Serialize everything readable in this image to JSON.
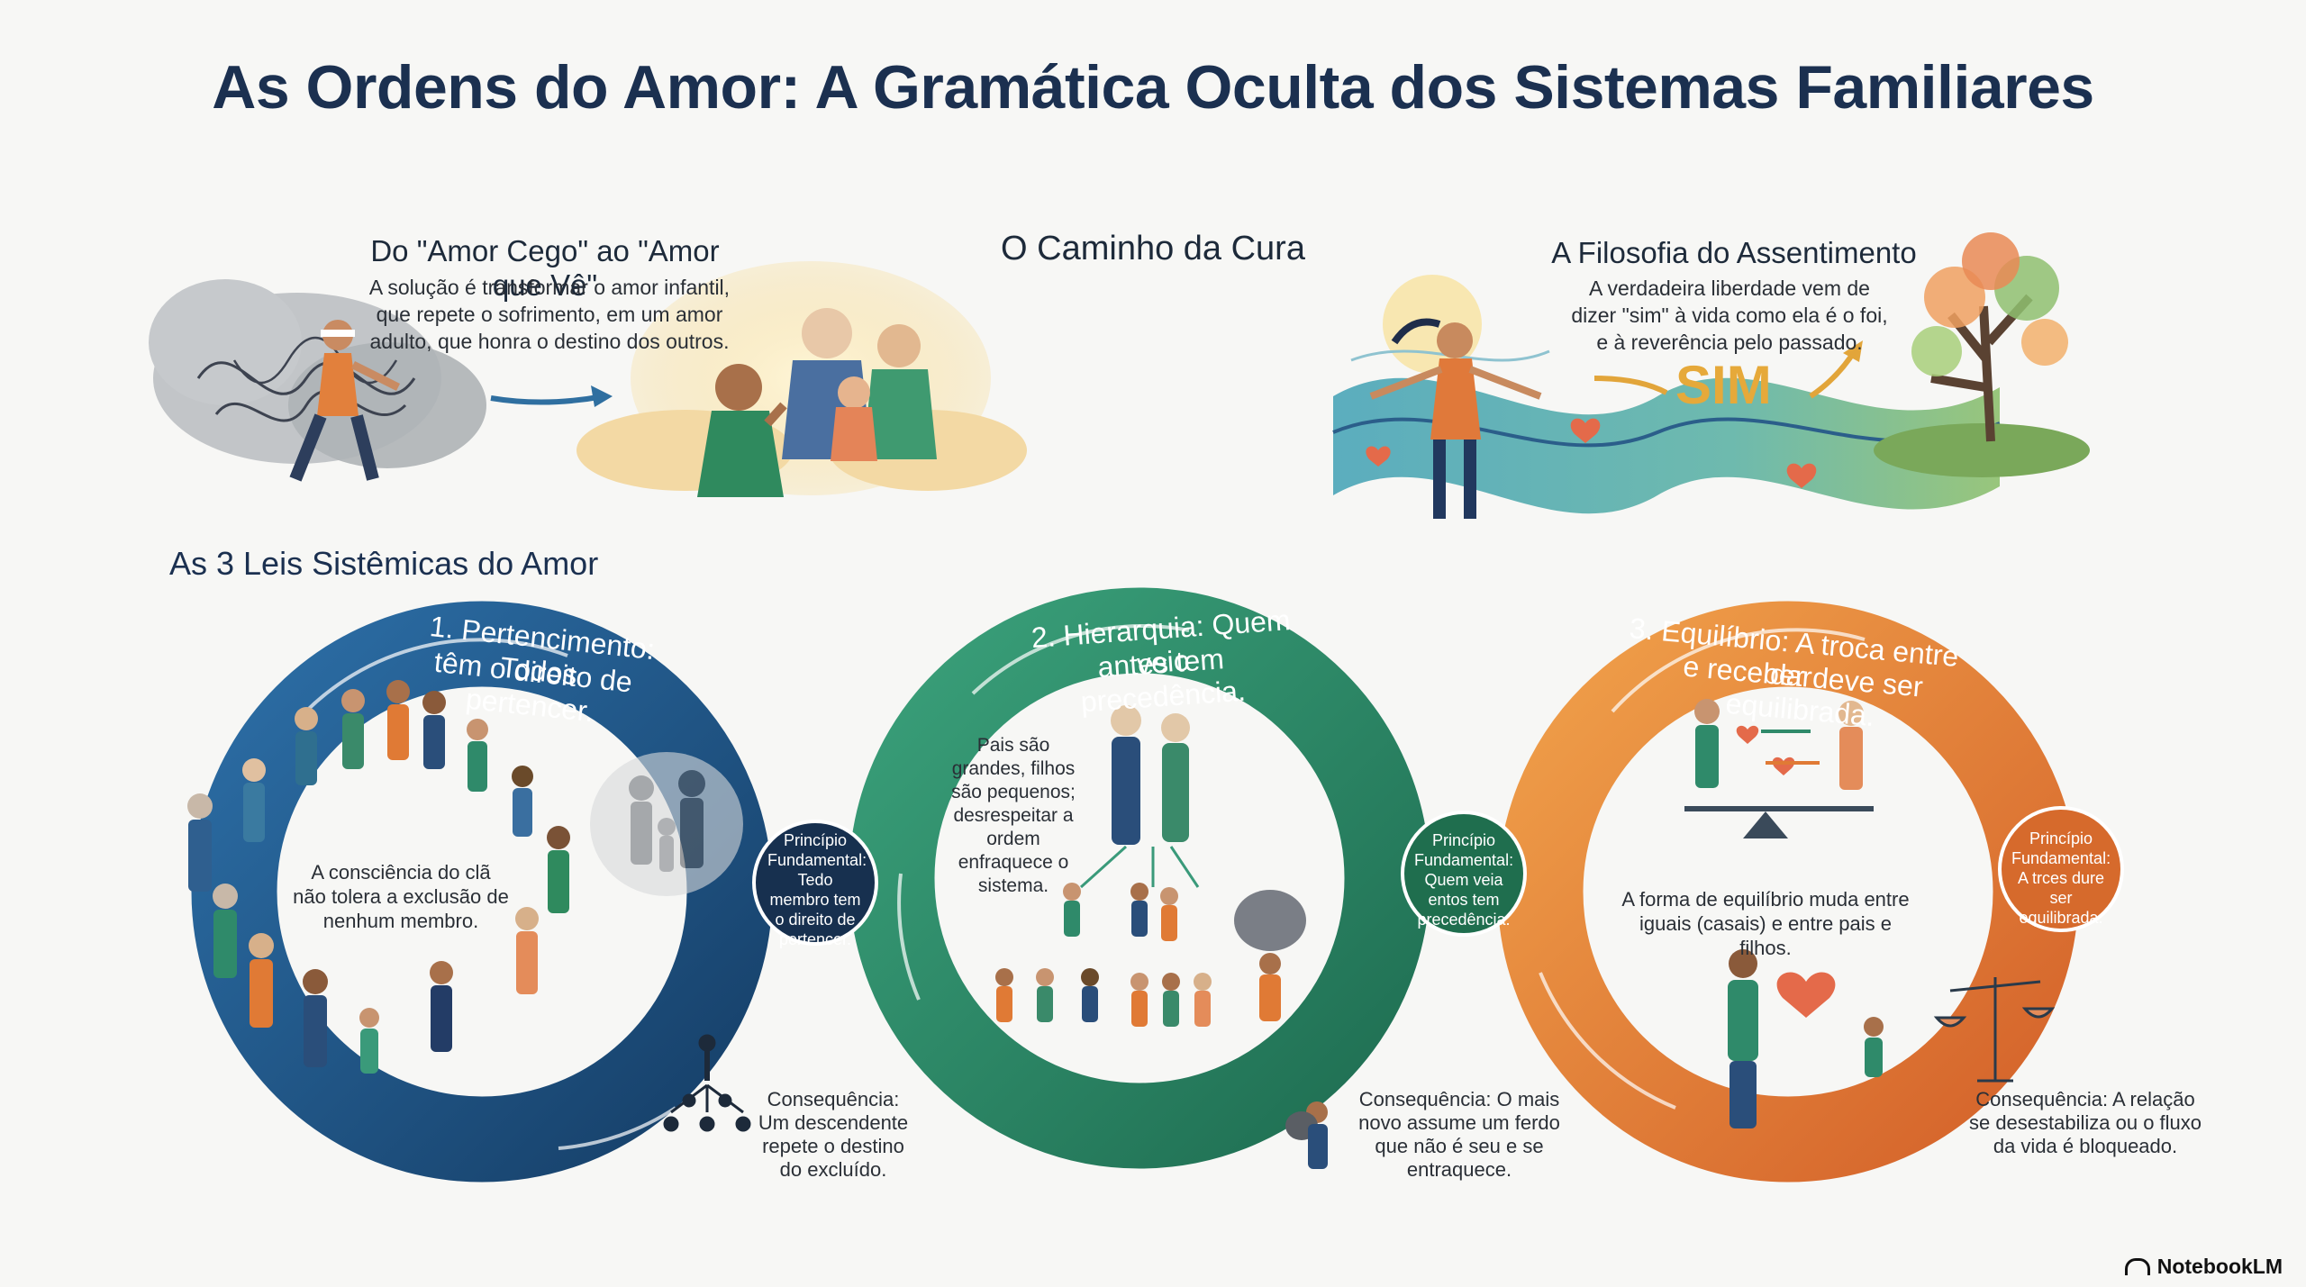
{
  "title": "As Ordens do Amor: A Gramática Oculta dos Sistemas Familiares",
  "top": {
    "left": {
      "heading": "Do \"Amor Cego\" ao \"Amor que Vê\"",
      "text": "A solução é transformar o amor infantil, que repete o sofrimento, em um amor adulto, que honra o destino dos outros."
    },
    "center": {
      "heading": "O Caminho da Cura"
    },
    "right": {
      "heading": "A Filosofia do Assentimento",
      "text": "A verdadeira liberdade vem de dizer \"sim\" à vida como ela é o foi, e à reverência pelo passado.",
      "sim_word": "SIM"
    }
  },
  "laws_heading": "As 3 Leis Sistêmicas do Amor",
  "laws": [
    {
      "ring_title_1": "1. Pertencimento: Todos",
      "ring_title_2": "têm o direito de pertencer.",
      "inner_text": "A consciência do clã não tolera a exclusão de nenhum membro.",
      "principle": "Princípio Fundamental: Tedo membro tem o direito de pertencer.",
      "consequence": "Consequência: Um descendente repete o destino do excluído."
    },
    {
      "ring_title_1": "2. Hierarquia: Quem veio",
      "ring_title_2": "antes tem precedência.",
      "inner_text": "Pais são grandes, filhos são pequenos; desrespeitar a ordem enfraquece o sistema.",
      "principle": "Princípio Fundamental: Quem veia entos tem precedência.",
      "consequence": "Consequência: O mais novo assume um ferdo que não é seu e se entraquece."
    },
    {
      "ring_title_1": "3. Equilíbrio: A troca entre dar",
      "ring_title_2": "e receber deve ser equilibrada.",
      "inner_text": "A forma de equilíbrio muda entre iguais (casais) e entre pais e filhos.",
      "principle": "Princípio Fundamental: A trces dure ser equilibrada.",
      "consequence": "Consequência: A relação se desestabiliza ou o fluxo da vida é bloqueado."
    }
  ],
  "brand": "NotebookLM",
  "colors": {
    "blue": "#1f5a8c",
    "green": "#2e8a63",
    "orange": "#e07a35",
    "navy": "#1b3050",
    "gold": "#e6a93a"
  }
}
